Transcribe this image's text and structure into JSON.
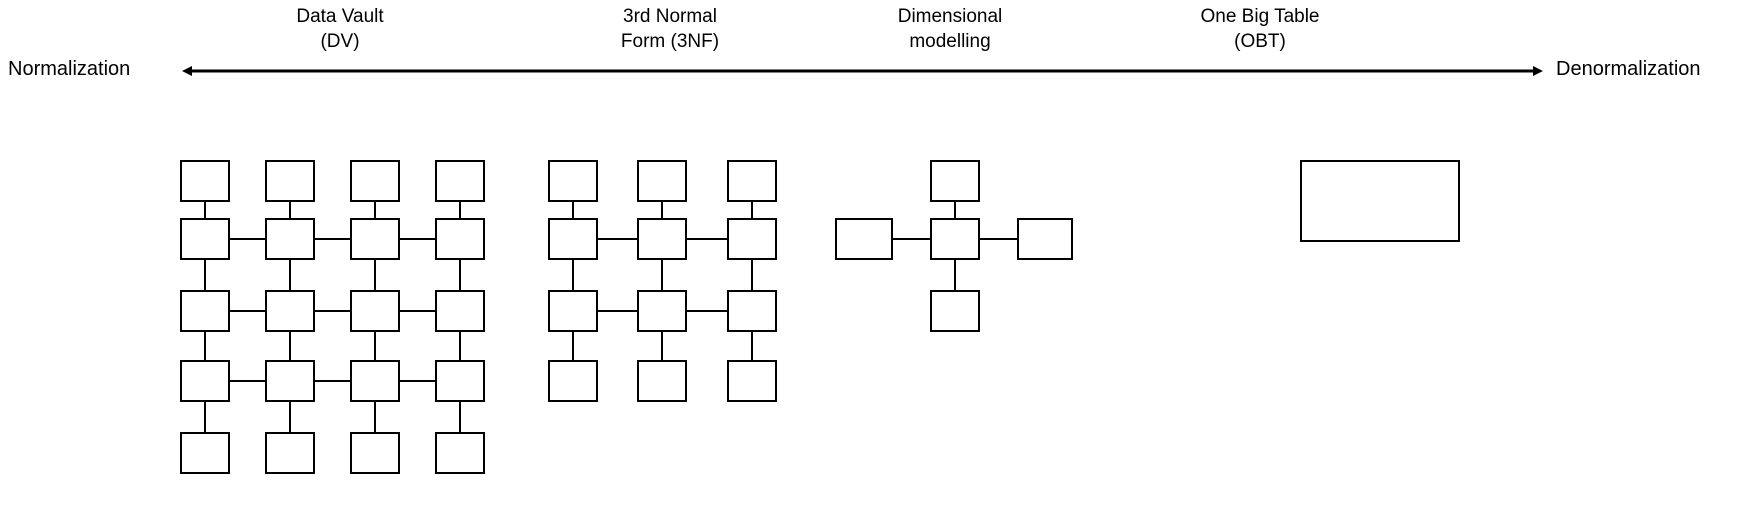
{
  "diagram": {
    "axis": {
      "left_label": "Normalization",
      "right_label": "Denormalization",
      "arrow_style": "double-headed-horizontal"
    },
    "approaches": [
      {
        "line1": "Data Vault",
        "line2": "(DV)",
        "name": "data-vault"
      },
      {
        "line1": "3rd Normal",
        "line2": "Form (3NF)",
        "name": "third-normal-form"
      },
      {
        "line1": "Dimensional",
        "line2": "modelling",
        "name": "dimensional-modelling"
      },
      {
        "line1": "One Big Table",
        "line2": "(OBT)",
        "name": "one-big-table"
      }
    ],
    "colors": {
      "stroke": "#000000",
      "fill": "#ffffff",
      "text": "#000000"
    },
    "schemas": {
      "data_vault": {
        "columns": 4,
        "rows": 5,
        "box_count": 20,
        "shape": "grid-mesh"
      },
      "third_normal_form": {
        "columns": 3,
        "rows": 4,
        "box_count": 12,
        "shape": "grid-mesh"
      },
      "dimensional": {
        "box_count": 5,
        "shape": "star-schema",
        "satellites": 4
      },
      "one_big_table": {
        "box_count": 1,
        "shape": "single-wide-table"
      }
    }
  }
}
